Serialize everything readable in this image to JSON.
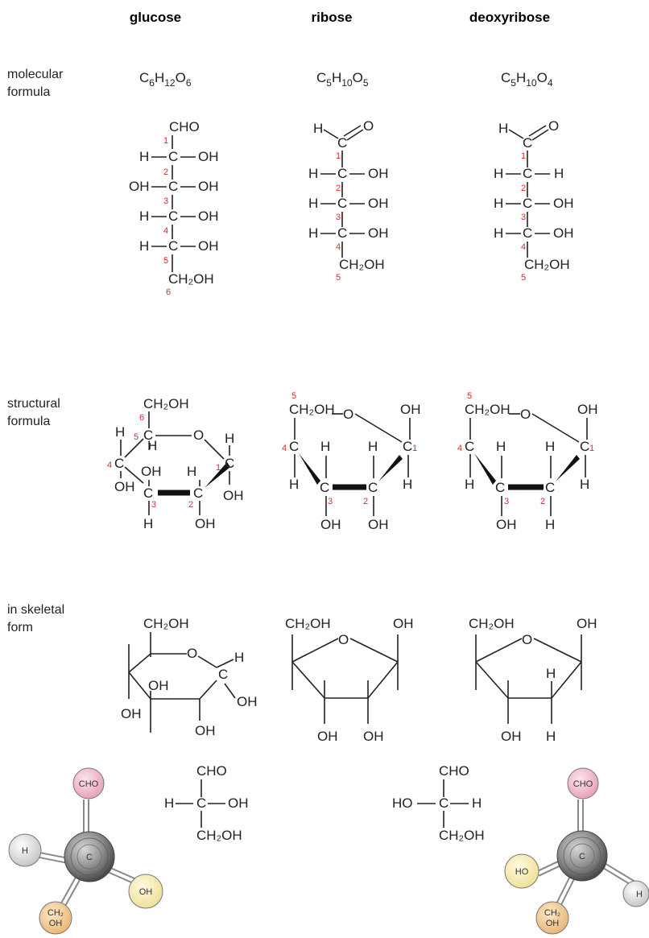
{
  "headers": {
    "glucose": "glucose",
    "ribose": "ribose",
    "deoxyribose": "deoxyribose"
  },
  "row_labels": {
    "molecular": [
      "molecular",
      "formula"
    ],
    "structural": [
      "structural",
      "formula"
    ],
    "skeletal": [
      "in skeletal",
      "form"
    ]
  },
  "formulas": {
    "glucose": {
      "base": "C6H12O6"
    },
    "ribose": {
      "base": "C5H10O5"
    },
    "deoxyribose": {
      "base": "C5H10O4"
    }
  },
  "atoms": {
    "C": "C",
    "H": "H",
    "O": "O",
    "OH": "OH",
    "HO": "HO",
    "CHO": "CHO",
    "CH2OH": "CH₂OH",
    "CH2": "CH₂"
  },
  "carbon_numbers": [
    "1",
    "2",
    "3",
    "4",
    "5",
    "6"
  ],
  "colors": {
    "number_red": "#e0262b",
    "ball_cho": "#f2b6c8",
    "ball_h": "#d8d8d8",
    "ball_oh": "#f8efb8",
    "ball_ch2oh": "#f2c98e",
    "ball_c": "#8a8a8a"
  }
}
